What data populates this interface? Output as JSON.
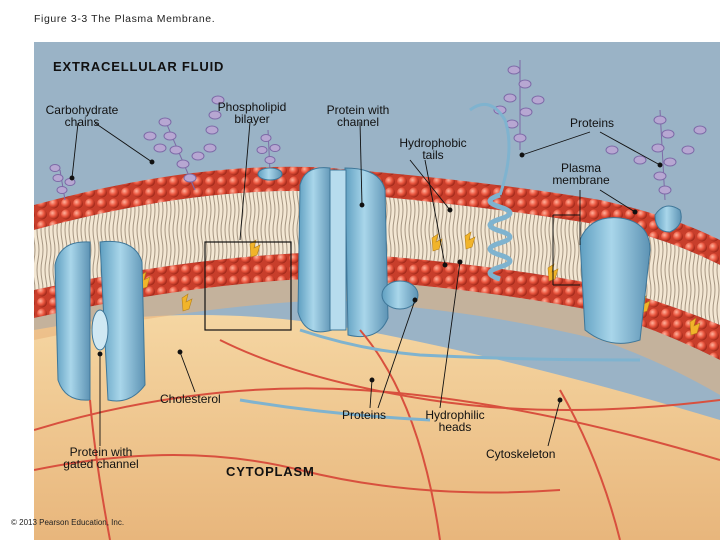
{
  "figure_caption": "Figure 3-3 The Plasma Membrane.",
  "regions": {
    "extracellular": "EXTRACELLULAR FLUID",
    "cytoplasm": "CYTOPLASM"
  },
  "labels": {
    "carbohydrate_chains": "Carbohydrate chains",
    "phospholipid_bilayer": "Phospholipid bilayer",
    "protein_with_channel": "Protein with channel",
    "proteins_top": "Proteins",
    "hydrophobic_tails": "Hydrophobic tails",
    "plasma_membrane": "Plasma membrane",
    "cholesterol": "Cholesterol",
    "proteins_bottom": "Proteins",
    "hydrophilic_heads": "Hydrophilic heads",
    "cytoskeleton": "Cytoskeleton",
    "protein_with_gated_channel": "Protein with gated channel"
  },
  "copyright": "© 2013 Pearson Education, Inc.",
  "colors": {
    "extracellular_bg": "#9ab3c6",
    "cytoplasm_bg": "#f2cf97",
    "phospholipid_head": "#e9553e",
    "protein": "#8fc3dd",
    "carbohydrate": "#b7a7d2",
    "cholesterol": "#f1b42a",
    "cytoskeleton": "#d8503e"
  }
}
